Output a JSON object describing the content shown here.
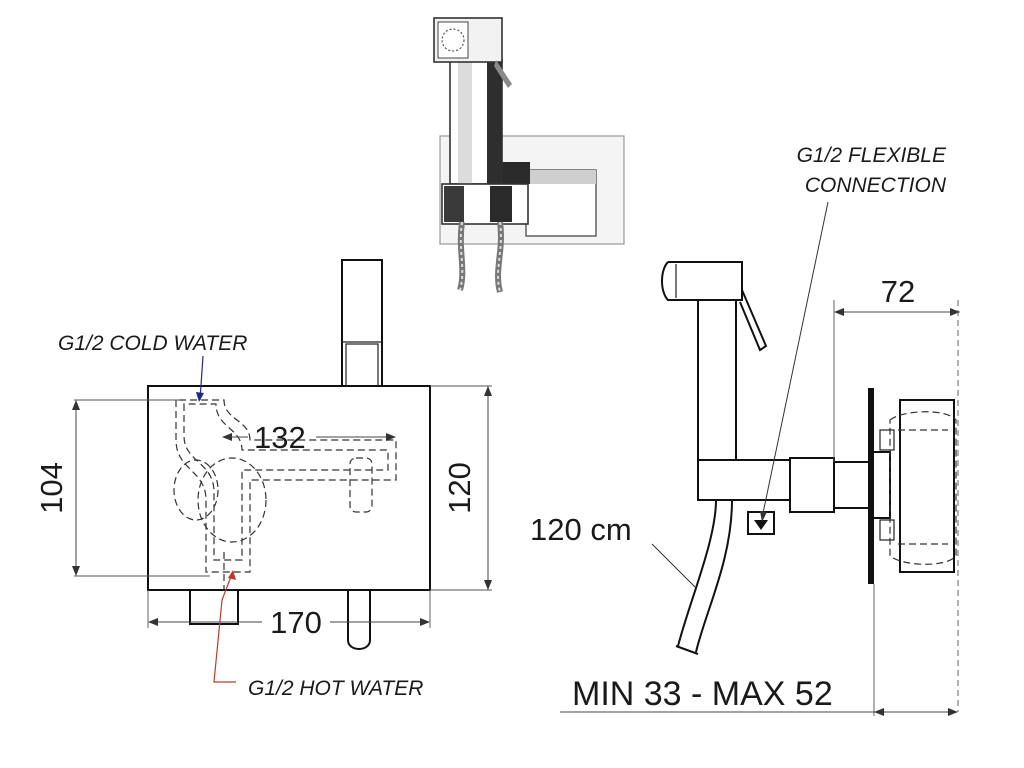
{
  "labels": {
    "cold_water": "G1/2 COLD WATER",
    "hot_water": "G1/2 HOT WATER",
    "flexible_line1": "G1/2 FLEXIBLE",
    "flexible_line2": "CONNECTION",
    "hose_length": "120 cm"
  },
  "dimensions": {
    "width_132": "132",
    "height_104": "104",
    "height_120": "120",
    "width_170": "170",
    "depth_72": "72",
    "range_min_max": "MIN 33 - MAX 52"
  },
  "colors": {
    "cold_leader": "#1f2a8a",
    "hot_leader": "#c0392b",
    "line": "#111111"
  }
}
